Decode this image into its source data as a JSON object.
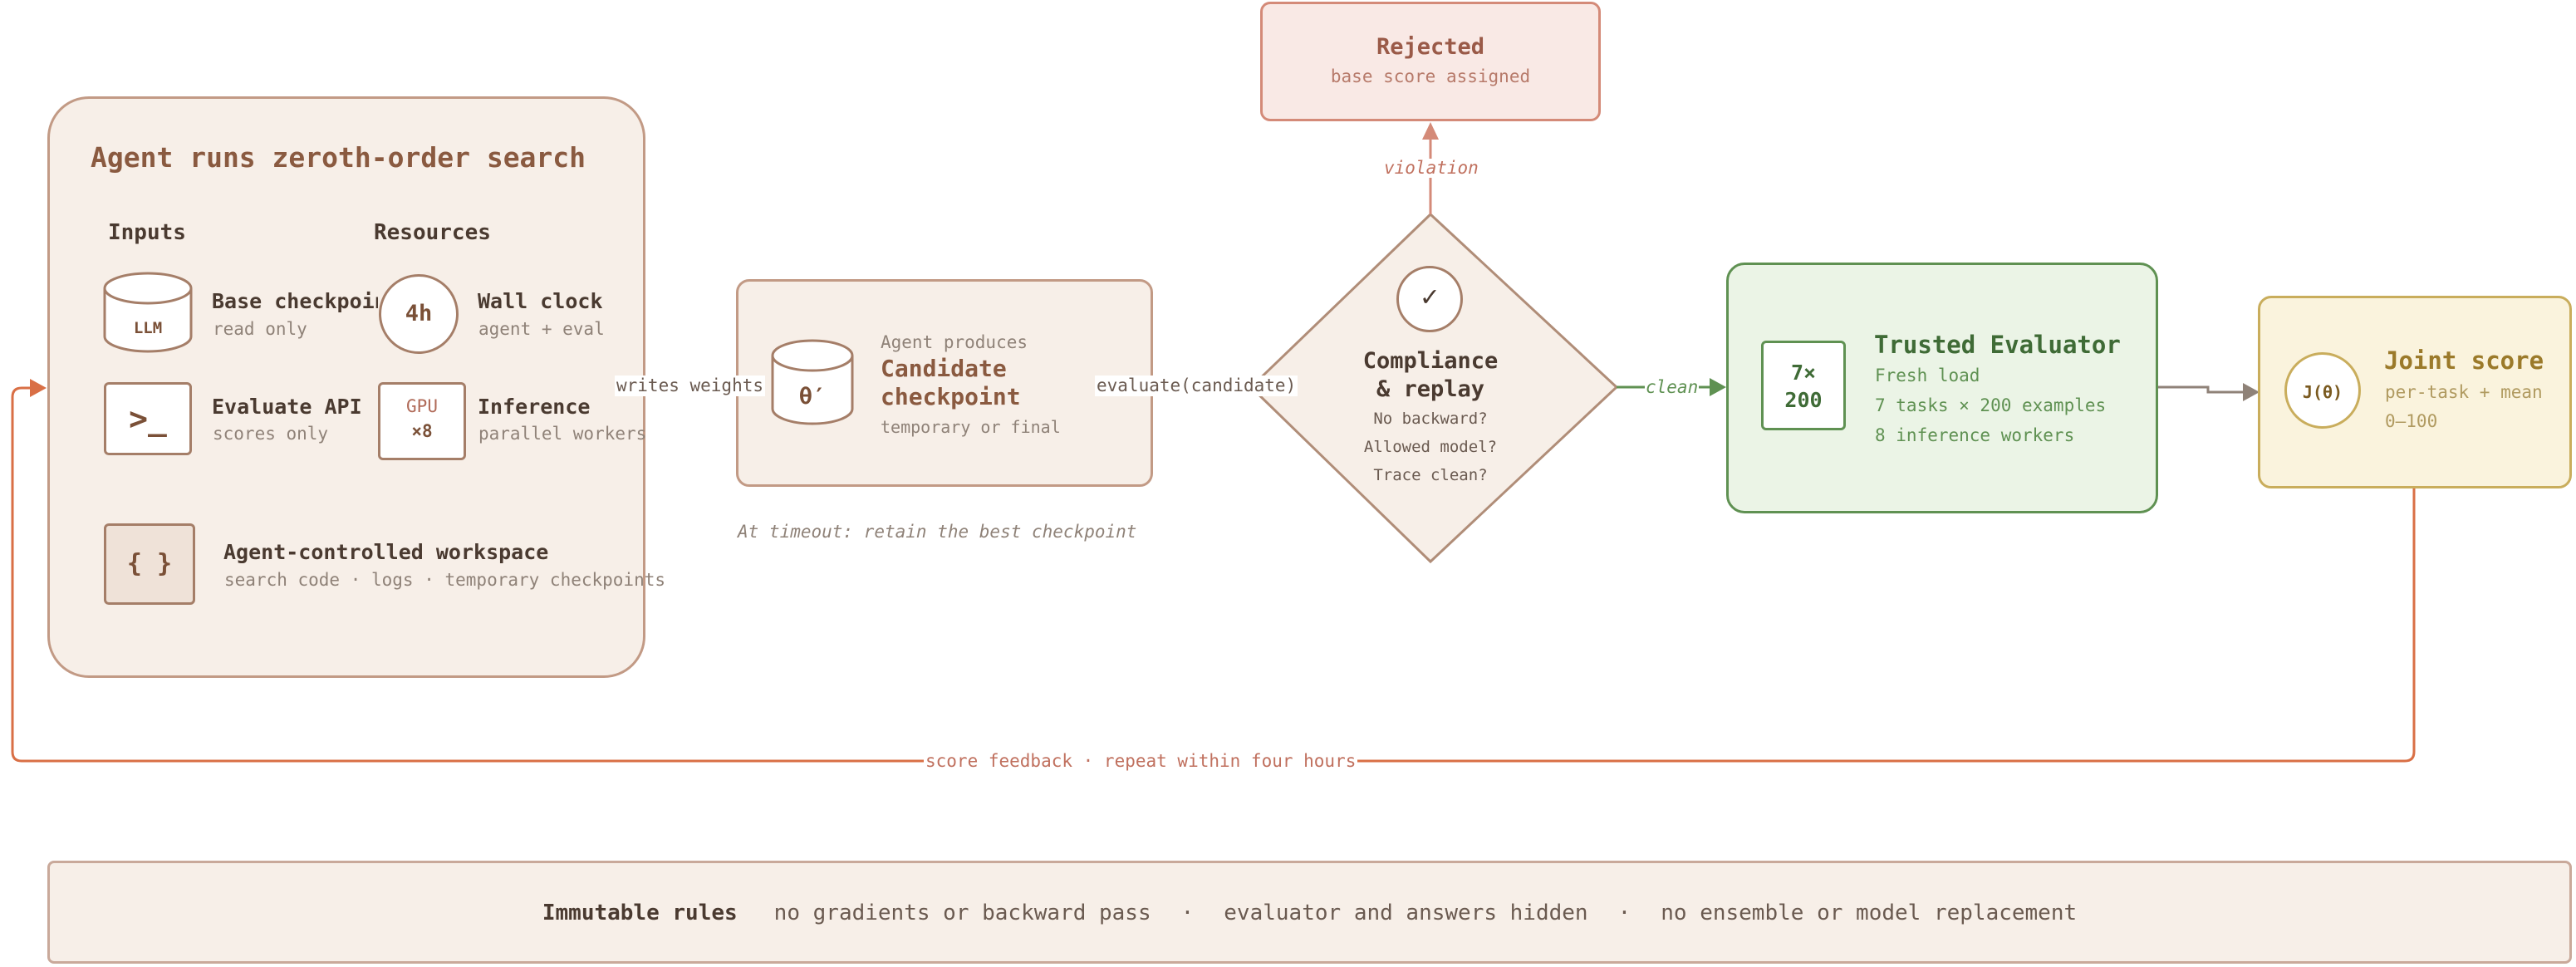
{
  "agent_panel": {
    "title": "Agent runs zeroth-order search",
    "inputs_heading": "Inputs",
    "resources_heading": "Resources",
    "base_checkpoint": {
      "icon_label": "LLM",
      "title": "Base checkpoint",
      "subtitle": "read only"
    },
    "evaluate_api": {
      "icon_label": ">_",
      "title": "Evaluate API",
      "subtitle": "scores only"
    },
    "wall_clock": {
      "icon_label": "4h",
      "title": "Wall clock",
      "subtitle": "agent + eval"
    },
    "inference": {
      "icon_label_top": "GPU",
      "icon_label_bottom": "×8",
      "title": "Inference",
      "subtitle": "parallel workers"
    },
    "workspace": {
      "icon_label": "{ }",
      "title": "Agent-controlled workspace",
      "subtitle": "search code · logs · temporary checkpoints"
    }
  },
  "edges": {
    "writes_weights": "writes weights",
    "evaluate_candidate": "evaluate(candidate)",
    "violation": "violation",
    "clean": "clean",
    "feedback": "score feedback · repeat within four hours"
  },
  "candidate": {
    "icon_label": "θ′",
    "caption": "Agent produces",
    "title_line1": "Candidate",
    "title_line2": "checkpoint",
    "subtitle": "temporary or final",
    "note": "At timeout: retain the best checkpoint"
  },
  "rejected": {
    "title": "Rejected",
    "subtitle": "base score assigned"
  },
  "compliance": {
    "icon": "✓",
    "title_line1": "Compliance",
    "title_line2": "& replay",
    "checks": [
      "No backward?",
      "Allowed model?",
      "Trace clean?"
    ]
  },
  "evaluator": {
    "badge_line1": "7×",
    "badge_line2": "200",
    "title": "Trusted Evaluator",
    "lines": [
      "Fresh load",
      "7 tasks × 200 examples",
      "8 inference workers"
    ]
  },
  "joint_score": {
    "icon_label": "J(θ)",
    "title": "Joint score",
    "lines": [
      "per-task + mean",
      "0–100"
    ]
  },
  "rules": {
    "label": "Immutable rules",
    "items": [
      "no gradients or backward pass",
      "·",
      "evaluator and answers hidden",
      "·",
      "no ensemble or model replacement"
    ]
  },
  "colors": {
    "brown": "#7a5037",
    "brown_stroke": "#b08d78",
    "panel_fill": "#f7efe8",
    "red_stroke": "#d48a78",
    "red_fill": "#f9e9e5",
    "red_text": "#b06a58",
    "green": "#5f9152",
    "green_fill": "#ebf4e6",
    "gold": "#c9ad5c",
    "gold_fill": "#faf3dd",
    "gold_text": "#9b7a2a",
    "orange": "#d96f45"
  }
}
